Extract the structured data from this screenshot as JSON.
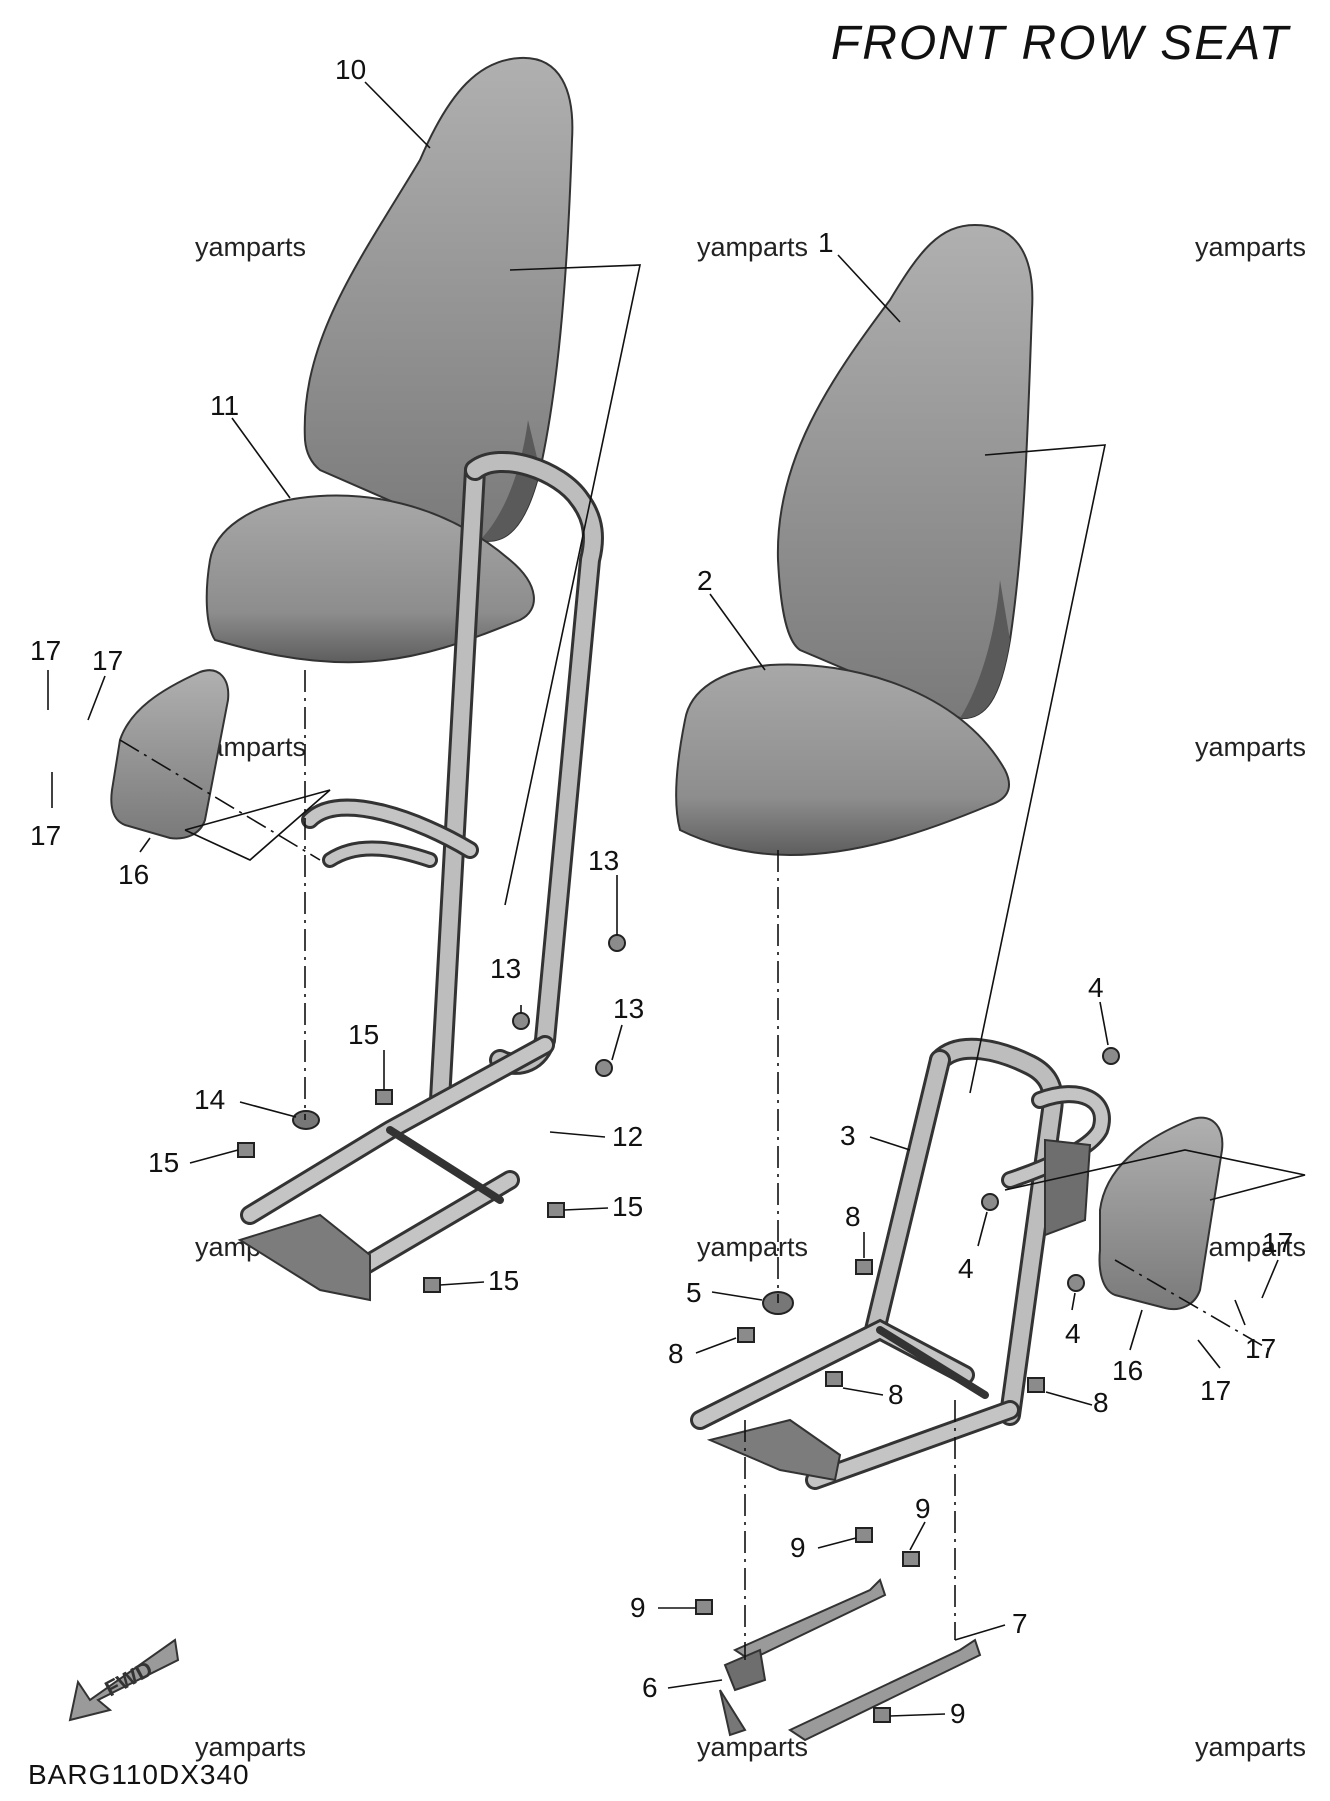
{
  "title": "FRONT ROW SEAT",
  "drawing_code": "BARG110DX340",
  "fwd_label": "FWD",
  "watermark": "yamparts",
  "callouts": {
    "c1": "1",
    "c2": "2",
    "c3": "3",
    "c4a": "4",
    "c4b": "4",
    "c4c": "4",
    "c5": "5",
    "c6": "6",
    "c7": "7",
    "c8a": "8",
    "c8b": "8",
    "c8c": "8",
    "c8d": "8",
    "c9a": "9",
    "c9b": "9",
    "c9c": "9",
    "c9d": "9",
    "c10": "10",
    "c11": "11",
    "c12": "12",
    "c13a": "13",
    "c13b": "13",
    "c13c": "13",
    "c14": "14",
    "c15a": "15",
    "c15b": "15",
    "c15c": "15",
    "c15d": "15",
    "c16a": "16",
    "c16b": "16",
    "c17a": "17",
    "c17b": "17",
    "c17c": "17",
    "c17d": "17",
    "c17e": "17",
    "c17f": "17"
  },
  "colors": {
    "part_fill": "#9a9a9a",
    "part_dark": "#6e6e6e",
    "line": "#111111"
  }
}
